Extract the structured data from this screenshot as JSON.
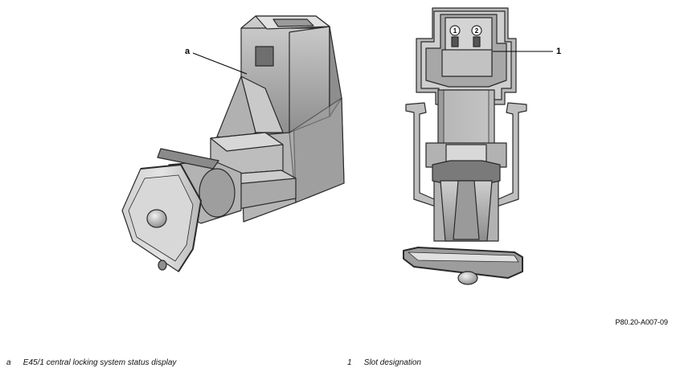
{
  "callouts": {
    "a": "a",
    "one": "1",
    "pin1": "1",
    "pin2": "2"
  },
  "doc_id": "P80.20-A007-09",
  "legend": [
    {
      "key": "a",
      "text": "E45/1 central locking system status display"
    },
    {
      "key": "1",
      "text": "Slot designation"
    }
  ],
  "colors": {
    "body_light": "#c6c6c6",
    "body_mid": "#a8a8a8",
    "body_dark": "#7d7d7d",
    "outline": "#2a2a2a"
  }
}
